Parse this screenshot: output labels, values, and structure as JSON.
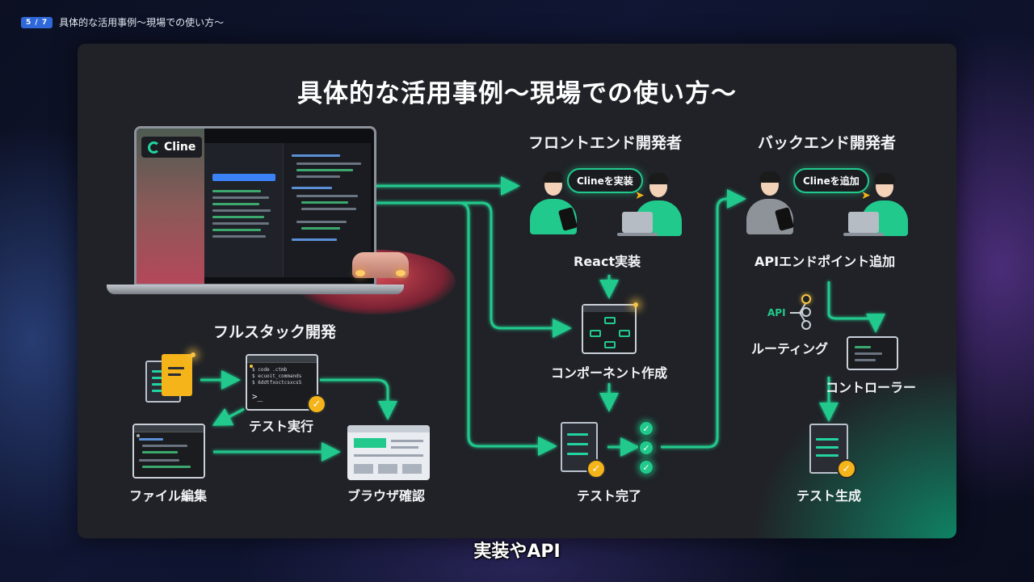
{
  "header": {
    "page_badge": "5 / 7",
    "deck_title": "具体的な活用事例〜現場での使い方〜"
  },
  "slide": {
    "title": "具体的な活用事例〜現場での使い方〜",
    "brand": "Cline",
    "fullstack": {
      "heading": "フルスタック開発",
      "test_run": "テスト実行",
      "file_edit": "ファイル編集",
      "browser_check": "ブラウザ確認",
      "terminal_lines": [
        "$ code .ctmb",
        "$ ecuoit_commands",
        "$ 6ddtfxoctcsxcs5"
      ],
      "terminal_prompt": ">_"
    },
    "frontend": {
      "heading": "フロントエンド開発者",
      "bubble": "Clineを実装",
      "react": "React実装",
      "component": "コンポーネント作成",
      "test_done": "テスト完了"
    },
    "backend": {
      "heading": "バックエンド開発者",
      "bubble": "Clineを追加",
      "api_endpoint": "APIエンドポイント追加",
      "api_tag": "API",
      "routing": "ルーティング",
      "controller": "コントローラー",
      "test_gen": "テスト生成"
    }
  },
  "caption": "実装やAPI",
  "colors": {
    "accent": "#22c98d",
    "highlight": "#f4b41a",
    "badge": "#2f69d9",
    "panel": "#202227"
  }
}
